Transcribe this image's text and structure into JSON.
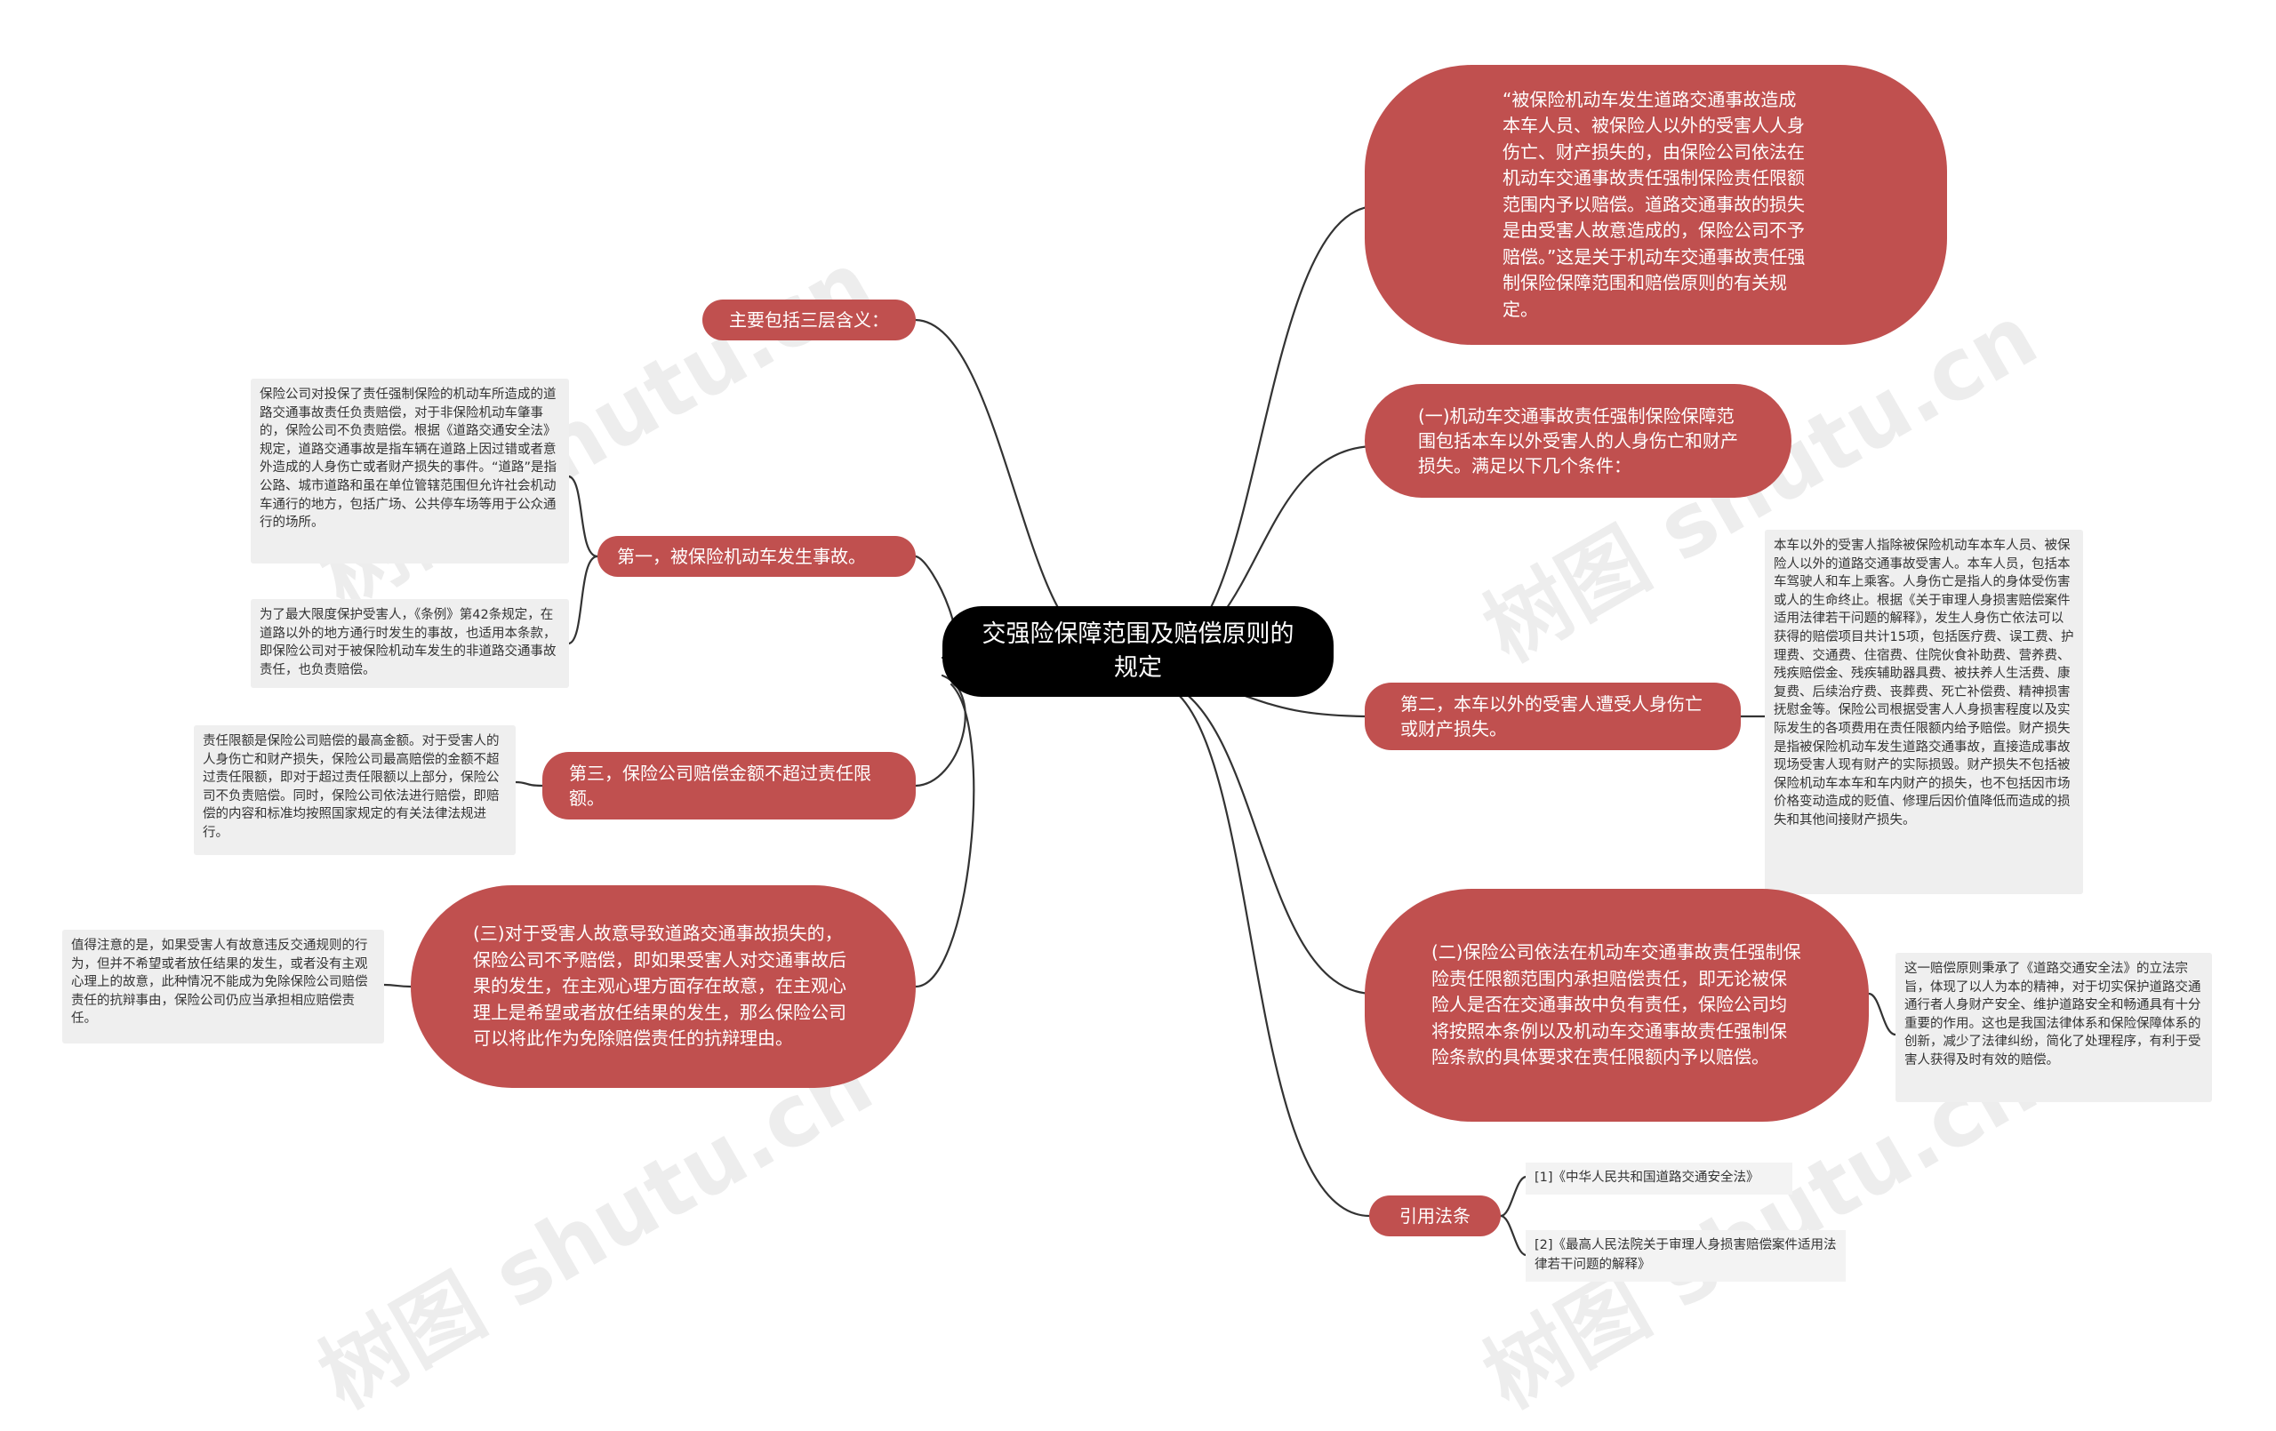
{
  "root": {
    "title": "交强险保障范围及赔偿原则的规定"
  },
  "left": {
    "main_meanings": "主要包括三层含义：",
    "first": "第一，被保险机动车发生事故。",
    "first_note_1": "保险公司对投保了责任强制保险的机动车所造成的道路交通事故责任负责赔偿，对于非保险机动车肇事的，保险公司不负责赔偿。根据《道路交通安全法》规定，道路交通事故是指车辆在道路上因过错或者意外造成的人身伤亡或者财产损失的事件。“道路”是指公路、城市道路和虽在单位管辖范围但允许社会机动车通行的地方，包括广场、公共停车场等用于公众通行的场所。",
    "first_note_2": "为了最大限度保护受害人，《条例》第42条规定，在道路以外的地方通行时发生的事故，也适用本条款，即保险公司对于被保险机动车发生的非道路交通事故责任，也负责赔偿。",
    "third": "第三，保险公司赔偿金额不超过责任限额。",
    "third_note": "责任限额是保险公司赔偿的最高金额。对于受害人的人身伤亡和财产损失，保险公司最高赔偿的金额不超过责任限额，即对于超过责任限额以上部分，保险公司不负责赔偿。同时，保险公司依法进行赔偿，即赔偿的内容和标准均按照国家规定的有关法律法规进行。",
    "san": "(三)对于受害人故意导致道路交通事故损失的，保险公司不予赔偿，即如果受害人对交通事故后果的发生，在主观心理方面存在故意，在主观心理上是希望或者放任结果的发生，那么保险公司可以将此作为免除赔偿责任的抗辩理由。",
    "san_note": "值得注意的是，如果受害人有故意违反交通规则的行为，但并不希望或者放任结果的发生，或者没有主观心理上的故意，此种情况不能成为免除保险公司赔偿责任的抗辩事由，保险公司仍应当承担相应赔偿责任。"
  },
  "right": {
    "quote": "“被保险机动车发生道路交通事故造成本车人员、被保险人以外的受害人人身伤亡、财产损失的，由保险公司依法在机动车交通事故责任强制保险责任限额范围内予以赔偿。道路交通事故的损失是由受害人故意造成的，保险公司不予赔偿。”这是关于机动车交通事故责任强制保险保障范围和赔偿原则的有关规定。",
    "yi": "(一)机动车交通事故责任强制保险保障范围包括本车以外受害人的人身伤亡和财产损失。满足以下几个条件：",
    "second": "第二，本车以外的受害人遭受人身伤亡或财产损失。",
    "second_note": "本车以外的受害人指除被保险机动车本车人员、被保险人以外的道路交通事故受害人。本车人员，包括本车驾驶人和车上乘客。人身伤亡是指人的身体受伤害或人的生命终止。根据《关于审理人身损害赔偿案件适用法律若干问题的解释》，发生人身伤亡依法可以获得的赔偿项目共计15项，包括医疗费、误工费、护理费、交通费、住宿费、住院伙食补助费、营养费、残疾赔偿金、残疾辅助器具费、被扶养人生活费、康复费、后续治疗费、丧葬费、死亡补偿费、精神损害抚慰金等。保险公司根据受害人人身损害程度以及实际发生的各项费用在责任限额内给予赔偿。财产损失是指被保险机动车发生道路交通事故，直接造成事故现场受害人现有财产的实际损毁。财产损失不包括被保险机动车本车和车内财产的损失，也不包括因市场价格变动造成的贬值、修理后因价值降低而造成的损失和其他间接财产损失。",
    "er": "(二)保险公司依法在机动车交通事故责任强制保险责任限额范围内承担赔偿责任，即无论被保险人是否在交通事故中负有责任，保险公司均将按照本条例以及机动车交通事故责任强制保险条款的具体要求在责任限额内予以赔偿。",
    "er_note": "这一赔偿原则秉承了《道路交通安全法》的立法宗旨，体现了以人为本的精神，对于切实保护道路交通通行者人身财产安全、维护道路安全和畅通具有十分重要的作用。这也是我国法律体系和保险保障体系的创新，减少了法律纠纷，简化了处理程序，有利于受害人获得及时有效的赔偿。",
    "cite": "引用法条",
    "ref_1": "[1]《中华人民共和国道路交通安全法》",
    "ref_2": "[2]《最高人民法院关于审理人身损害赔偿案件适用法律若干问题的解释》"
  },
  "watermark": "树图 shutu.cn",
  "colors": {
    "node": "#c0504f",
    "root": "#000000",
    "edge": "#333333",
    "note_bg": "#efefef"
  }
}
